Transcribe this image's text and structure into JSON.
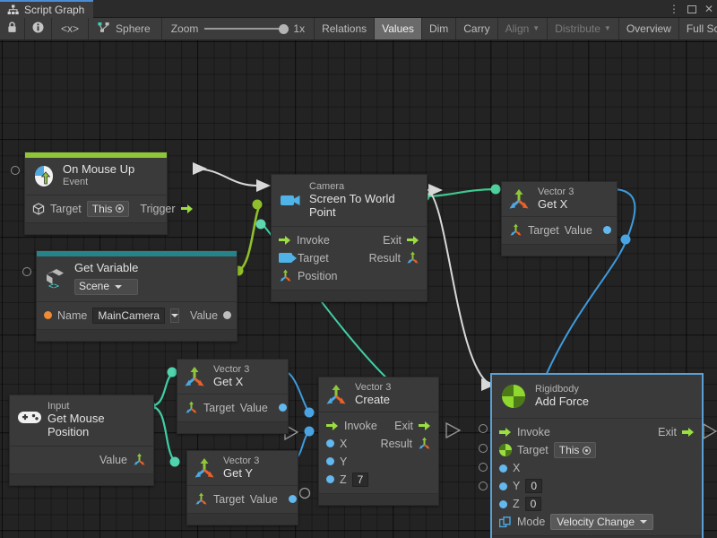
{
  "window": {
    "tab_title": "Script Graph",
    "tab_icon": "script-graph-icon",
    "controls": {
      "menu": "⋮",
      "maximize": "maximize-icon",
      "close": "✕"
    }
  },
  "toolbar": {
    "lock_icon": "lock-icon",
    "info_icon": "info-icon",
    "code_icon": "<x>",
    "object_icon": "script-graph-icon",
    "object_label": "Sphere",
    "zoom_label": "Zoom",
    "zoom_value": "1x",
    "buttons": [
      {
        "label": "Relations",
        "active": false,
        "disabled": false,
        "caret": false
      },
      {
        "label": "Values",
        "active": true,
        "disabled": false,
        "caret": false
      },
      {
        "label": "Dim",
        "active": false,
        "disabled": false,
        "caret": false
      },
      {
        "label": "Carry",
        "active": false,
        "disabled": false,
        "caret": false
      },
      {
        "label": "Align",
        "active": false,
        "disabled": true,
        "caret": true
      },
      {
        "label": "Distribute",
        "active": false,
        "disabled": true,
        "caret": true
      },
      {
        "label": "Overview",
        "active": false,
        "disabled": false,
        "caret": false
      },
      {
        "label": "Full Screen",
        "active": false,
        "disabled": false,
        "caret": false
      }
    ]
  },
  "colors": {
    "accent_event": "#8fc638",
    "accent_variable": "#25848a",
    "selection": "#5b9fd4",
    "flow_edge": "#d8d8d8",
    "value_edge_green": "#8fbf2a",
    "value_edge_teal": "#3fd0a6",
    "value_edge_blue": "#3f9bdc",
    "canvas": "#232323"
  },
  "nodes": {
    "on_mouse_up": {
      "subtitle": "On Mouse Up",
      "title": "Event",
      "target_label": "Target",
      "target_value": "This",
      "trigger_label": "Trigger"
    },
    "get_variable": {
      "title": "Get Variable",
      "scope": "Scene",
      "name_label": "Name",
      "name_value": "MainCamera",
      "value_label": "Value"
    },
    "camera_screen_to_world": {
      "subtitle": "Camera",
      "title": "Screen To World Point",
      "invoke_label": "Invoke",
      "exit_label": "Exit",
      "target_label": "Target",
      "result_label": "Result",
      "position_label": "Position"
    },
    "vector3_getx_top": {
      "subtitle": "Vector 3",
      "title": "Get X",
      "target_label": "Target",
      "value_label": "Value"
    },
    "input_mouse_position": {
      "subtitle": "Input",
      "title": "Get Mouse Position",
      "value_label": "Value"
    },
    "vector3_getx_mid": {
      "subtitle": "Vector 3",
      "title": "Get X",
      "target_label": "Target",
      "value_label": "Value"
    },
    "vector3_gety": {
      "subtitle": "Vector 3",
      "title": "Get Y",
      "target_label": "Target",
      "value_label": "Value"
    },
    "vector3_create": {
      "subtitle": "Vector 3",
      "title": "Create",
      "invoke_label": "Invoke",
      "exit_label": "Exit",
      "x_label": "X",
      "y_label": "Y",
      "z_label": "Z",
      "z_value": "7",
      "result_label": "Result"
    },
    "rigidbody_add_force": {
      "subtitle": "Rigidbody",
      "title": "Add Force",
      "invoke_label": "Invoke",
      "exit_label": "Exit",
      "target_label": "Target",
      "target_value": "This",
      "x_label": "X",
      "y_label": "Y",
      "y_value": "0",
      "z_label": "Z",
      "z_value": "0",
      "mode_label": "Mode",
      "mode_value": "Velocity Change",
      "selected": true
    }
  }
}
